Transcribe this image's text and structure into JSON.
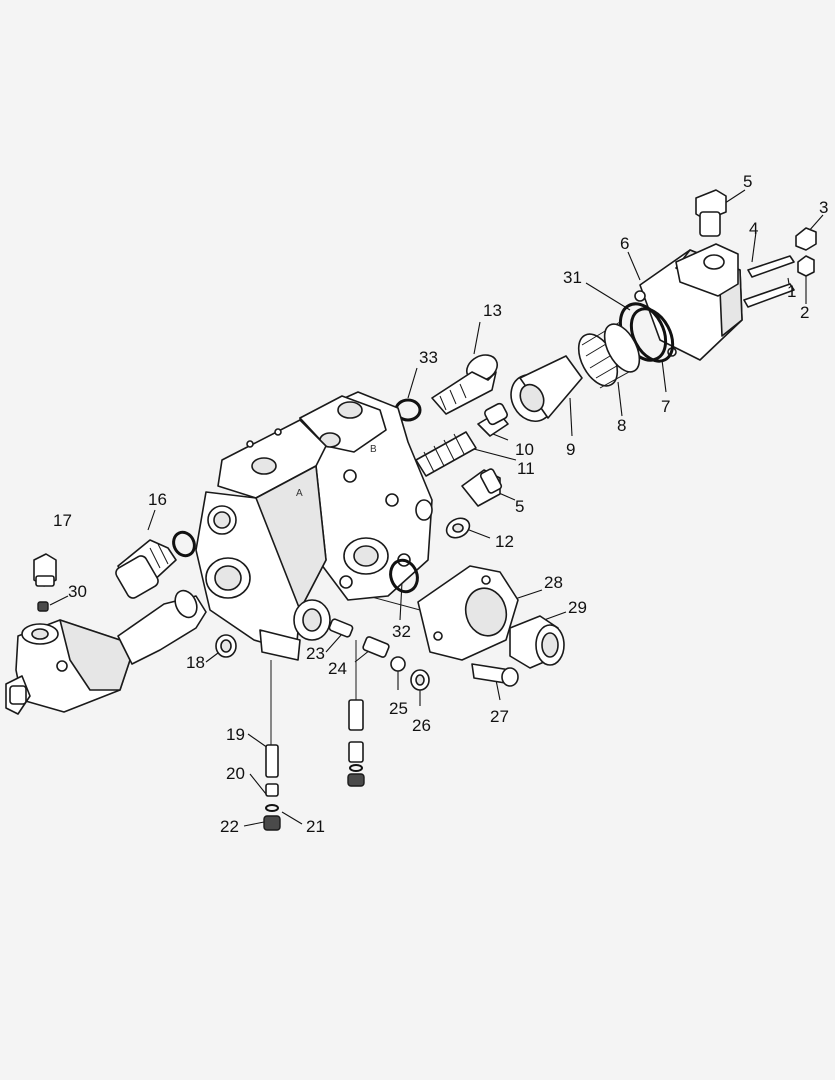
{
  "callouts": {
    "c1": "1",
    "c2": "2",
    "c3": "3",
    "c4": "4",
    "c5a": "5",
    "c5b": "5",
    "c6": "6",
    "c7": "7",
    "c8": "8",
    "c9": "9",
    "c10": "10",
    "c11": "11",
    "c12": "12",
    "c13": "13",
    "c16": "16",
    "c17": "17",
    "c18": "18",
    "c19": "19",
    "c20": "20",
    "c21": "21",
    "c22": "22",
    "c23": "23",
    "c24": "24",
    "c25": "25",
    "c26": "26",
    "c27": "27",
    "c28": "28",
    "c29": "29",
    "c30": "30",
    "c31": "31",
    "c32": "32",
    "c33": "33"
  },
  "body_marks": {
    "port_a": "A",
    "port_b": "B"
  },
  "colors": {
    "line": "#1a1a1a",
    "fill": "#ffffff",
    "shade": "#e6e6e6",
    "background": "#f4f4f4"
  }
}
